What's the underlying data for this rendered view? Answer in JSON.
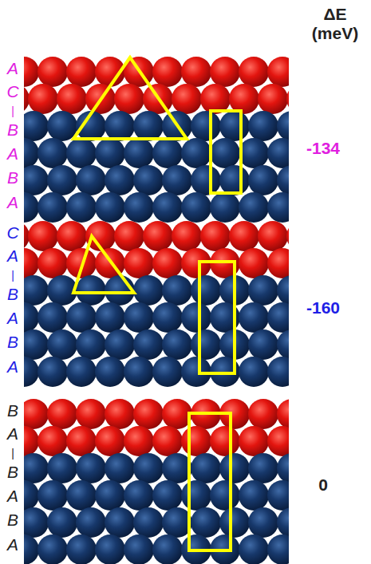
{
  "diagram": {
    "labels": [
      "ΔE (meV)",
      "A",
      "C",
      "|",
      "B",
      "A",
      "B",
      "A",
      "-134",
      "C",
      "A",
      "|",
      "B",
      "A",
      "B",
      "A",
      "-160",
      "B",
      "A",
      "|",
      "B",
      "A",
      "B",
      "A",
      "0"
    ]
  }
}
